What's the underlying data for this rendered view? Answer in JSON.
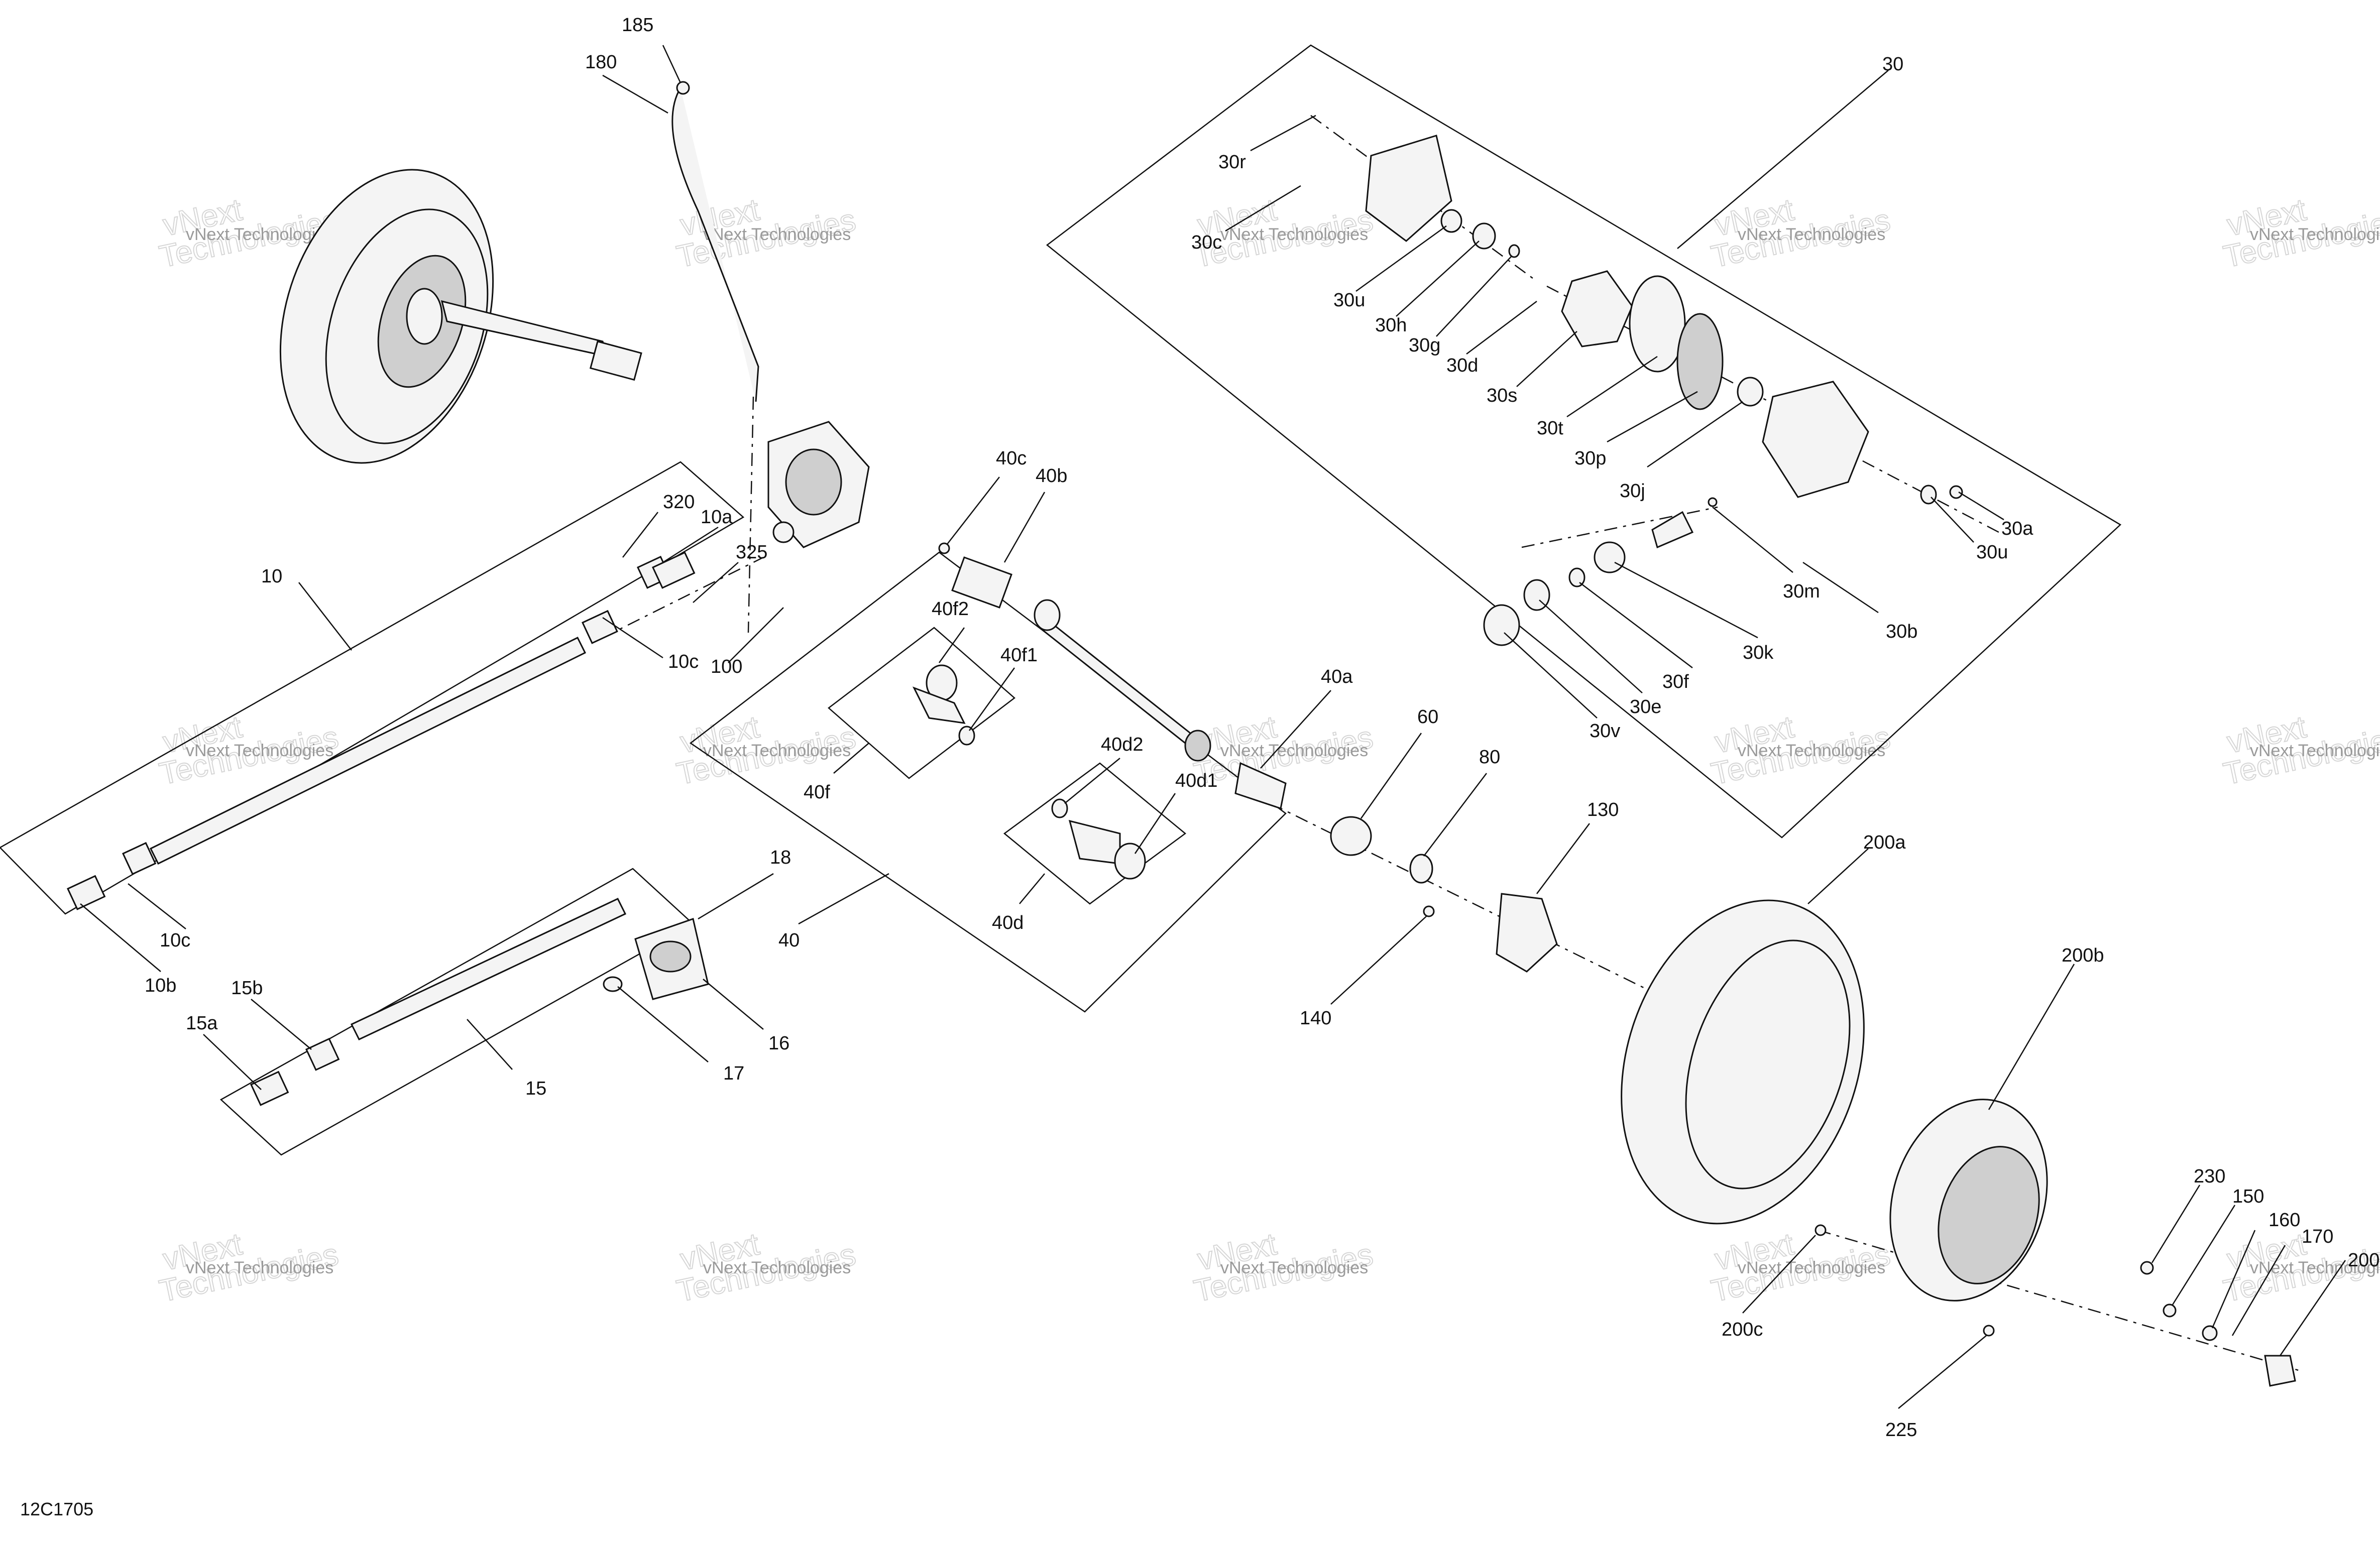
{
  "drawing_code": "12C1705",
  "watermark": {
    "line1": "vNext Technologies",
    "line2": "vNext",
    "line3": "Technologies"
  },
  "labels": [
    {
      "id": "185",
      "text": "185"
    },
    {
      "id": "180",
      "text": "180"
    },
    {
      "id": "30",
      "text": "30"
    },
    {
      "id": "30r",
      "text": "30r"
    },
    {
      "id": "30c",
      "text": "30c"
    },
    {
      "id": "30u-top",
      "text": "30u"
    },
    {
      "id": "30h",
      "text": "30h"
    },
    {
      "id": "30g",
      "text": "30g"
    },
    {
      "id": "30d",
      "text": "30d"
    },
    {
      "id": "30s",
      "text": "30s"
    },
    {
      "id": "30t",
      "text": "30t"
    },
    {
      "id": "30p",
      "text": "30p"
    },
    {
      "id": "30j",
      "text": "30j"
    },
    {
      "id": "30a",
      "text": "30a"
    },
    {
      "id": "30u-right",
      "text": "30u"
    },
    {
      "id": "30m",
      "text": "30m"
    },
    {
      "id": "30b",
      "text": "30b"
    },
    {
      "id": "30k",
      "text": "30k"
    },
    {
      "id": "30f",
      "text": "30f"
    },
    {
      "id": "30e",
      "text": "30e"
    },
    {
      "id": "30v",
      "text": "30v"
    },
    {
      "id": "320",
      "text": "320"
    },
    {
      "id": "10a",
      "text": "10a"
    },
    {
      "id": "325",
      "text": "325"
    },
    {
      "id": "10",
      "text": "10"
    },
    {
      "id": "10c-top",
      "text": "10c"
    },
    {
      "id": "100",
      "text": "100"
    },
    {
      "id": "40c",
      "text": "40c"
    },
    {
      "id": "40b",
      "text": "40b"
    },
    {
      "id": "40f2",
      "text": "40f2"
    },
    {
      "id": "40f1",
      "text": "40f1"
    },
    {
      "id": "40f",
      "text": "40f"
    },
    {
      "id": "40a",
      "text": "40a"
    },
    {
      "id": "40d2",
      "text": "40d2"
    },
    {
      "id": "40d1",
      "text": "40d1"
    },
    {
      "id": "40d",
      "text": "40d"
    },
    {
      "id": "40",
      "text": "40"
    },
    {
      "id": "60",
      "text": "60"
    },
    {
      "id": "80",
      "text": "80"
    },
    {
      "id": "130",
      "text": "130"
    },
    {
      "id": "140",
      "text": "140"
    },
    {
      "id": "10c-bottom",
      "text": "10c"
    },
    {
      "id": "10b",
      "text": "10b"
    },
    {
      "id": "18",
      "text": "18"
    },
    {
      "id": "15b",
      "text": "15b"
    },
    {
      "id": "15a",
      "text": "15a"
    },
    {
      "id": "16",
      "text": "16"
    },
    {
      "id": "17",
      "text": "17"
    },
    {
      "id": "15",
      "text": "15"
    },
    {
      "id": "200a",
      "text": "200a"
    },
    {
      "id": "200b",
      "text": "200b"
    },
    {
      "id": "230",
      "text": "230"
    },
    {
      "id": "150",
      "text": "150"
    },
    {
      "id": "160",
      "text": "160"
    },
    {
      "id": "170",
      "text": "170"
    },
    {
      "id": "200-cut",
      "text": "200"
    },
    {
      "id": "200c",
      "text": "200c"
    },
    {
      "id": "225",
      "text": "225"
    }
  ]
}
